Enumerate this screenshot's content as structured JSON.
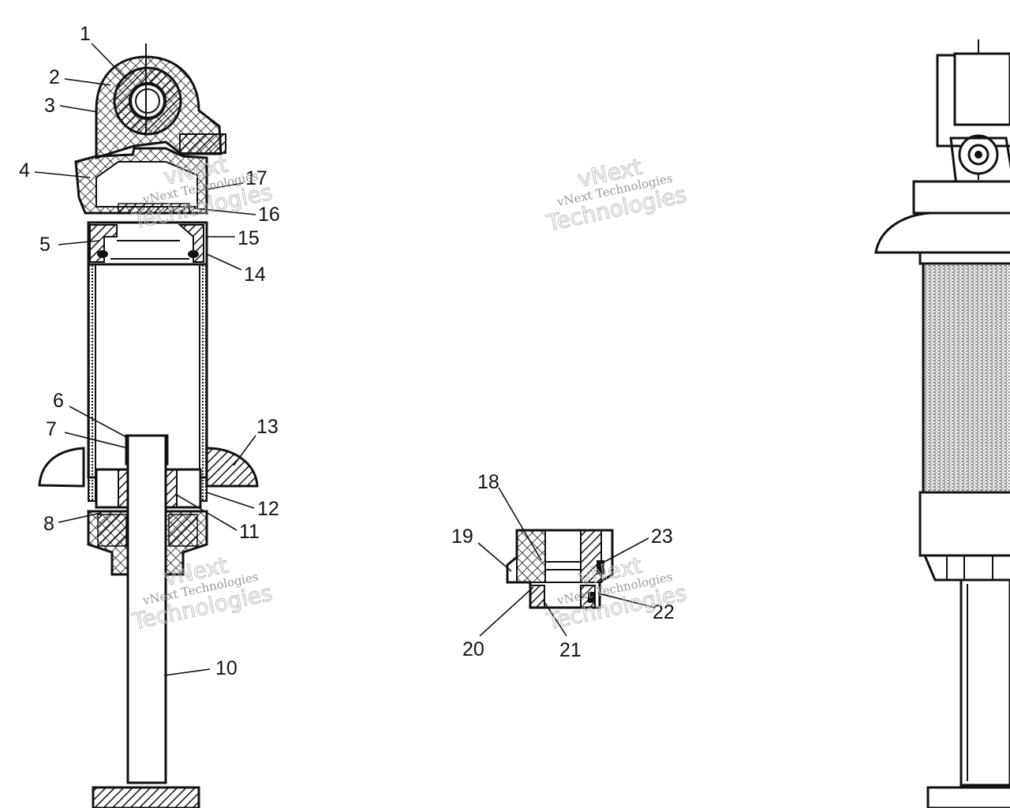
{
  "callouts": [
    {
      "id": "1",
      "label": "1"
    },
    {
      "id": "2",
      "label": "2"
    },
    {
      "id": "3",
      "label": "3"
    },
    {
      "id": "4",
      "label": "4"
    },
    {
      "id": "5",
      "label": "5"
    },
    {
      "id": "6",
      "label": "6"
    },
    {
      "id": "7",
      "label": "7"
    },
    {
      "id": "8",
      "label": "8"
    },
    {
      "id": "10",
      "label": "10"
    },
    {
      "id": "11",
      "label": "11"
    },
    {
      "id": "12",
      "label": "12"
    },
    {
      "id": "13",
      "label": "13"
    },
    {
      "id": "14",
      "label": "14"
    },
    {
      "id": "15",
      "label": "15"
    },
    {
      "id": "16",
      "label": "16"
    },
    {
      "id": "17",
      "label": "17"
    },
    {
      "id": "18",
      "label": "18"
    },
    {
      "id": "19",
      "label": "19"
    },
    {
      "id": "20",
      "label": "20"
    },
    {
      "id": "21",
      "label": "21"
    },
    {
      "id": "22",
      "label": "22"
    },
    {
      "id": "23",
      "label": "23"
    }
  ],
  "watermark": {
    "line1": "vNext",
    "line2": "vNext Technologies",
    "line3": "Technologies"
  },
  "colors": {
    "ink": "#111111",
    "background": "#ffffff",
    "watermark": "#9a9a9a"
  }
}
